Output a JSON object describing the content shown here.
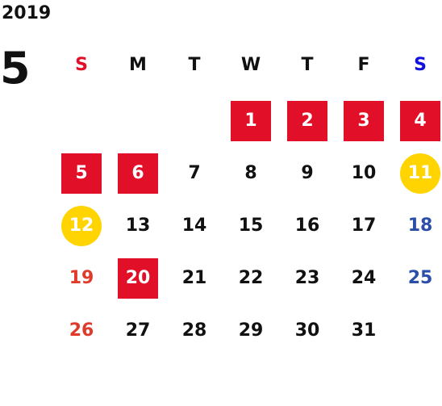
{
  "calendar": {
    "year": "2019",
    "month": "5",
    "weekdays": [
      "S",
      "M",
      "T",
      "W",
      "T",
      "F",
      "S"
    ],
    "weekday_colors": [
      "#e10f27",
      "#111111",
      "#111111",
      "#111111",
      "#111111",
      "#111111",
      "#1010e0"
    ],
    "colors": {
      "text": "#111111",
      "holiday_bg": "#e10f27",
      "special_bg": "#ffd400",
      "sunday_text": "#e03b2a",
      "saturday_text": "#2b4fa8"
    },
    "days": [
      {
        "label": "1",
        "col": 3,
        "row": 0,
        "type": "holiday"
      },
      {
        "label": "2",
        "col": 4,
        "row": 0,
        "type": "holiday"
      },
      {
        "label": "3",
        "col": 5,
        "row": 0,
        "type": "holiday"
      },
      {
        "label": "4",
        "col": 6,
        "row": 0,
        "type": "holiday"
      },
      {
        "label": "5",
        "col": 0,
        "row": 1,
        "type": "holiday"
      },
      {
        "label": "6",
        "col": 1,
        "row": 1,
        "type": "holiday"
      },
      {
        "label": "7",
        "col": 2,
        "row": 1,
        "type": "normal"
      },
      {
        "label": "8",
        "col": 3,
        "row": 1,
        "type": "normal"
      },
      {
        "label": "9",
        "col": 4,
        "row": 1,
        "type": "normal"
      },
      {
        "label": "10",
        "col": 5,
        "row": 1,
        "type": "normal"
      },
      {
        "label": "11",
        "col": 6,
        "row": 1,
        "type": "special"
      },
      {
        "label": "12",
        "col": 0,
        "row": 2,
        "type": "special"
      },
      {
        "label": "13",
        "col": 1,
        "row": 2,
        "type": "normal"
      },
      {
        "label": "14",
        "col": 2,
        "row": 2,
        "type": "normal"
      },
      {
        "label": "15",
        "col": 3,
        "row": 2,
        "type": "normal"
      },
      {
        "label": "16",
        "col": 4,
        "row": 2,
        "type": "normal"
      },
      {
        "label": "17",
        "col": 5,
        "row": 2,
        "type": "normal"
      },
      {
        "label": "18",
        "col": 6,
        "row": 2,
        "type": "saturday"
      },
      {
        "label": "19",
        "col": 0,
        "row": 3,
        "type": "sunday"
      },
      {
        "label": "20",
        "col": 1,
        "row": 3,
        "type": "holiday"
      },
      {
        "label": "21",
        "col": 2,
        "row": 3,
        "type": "normal"
      },
      {
        "label": "22",
        "col": 3,
        "row": 3,
        "type": "normal"
      },
      {
        "label": "23",
        "col": 4,
        "row": 3,
        "type": "normal"
      },
      {
        "label": "24",
        "col": 5,
        "row": 3,
        "type": "normal"
      },
      {
        "label": "25",
        "col": 6,
        "row": 3,
        "type": "saturday"
      },
      {
        "label": "26",
        "col": 0,
        "row": 4,
        "type": "sunday"
      },
      {
        "label": "27",
        "col": 1,
        "row": 4,
        "type": "normal"
      },
      {
        "label": "28",
        "col": 2,
        "row": 4,
        "type": "normal"
      },
      {
        "label": "29",
        "col": 3,
        "row": 4,
        "type": "normal"
      },
      {
        "label": "30",
        "col": 4,
        "row": 4,
        "type": "normal"
      },
      {
        "label": "31",
        "col": 5,
        "row": 4,
        "type": "normal"
      }
    ]
  }
}
